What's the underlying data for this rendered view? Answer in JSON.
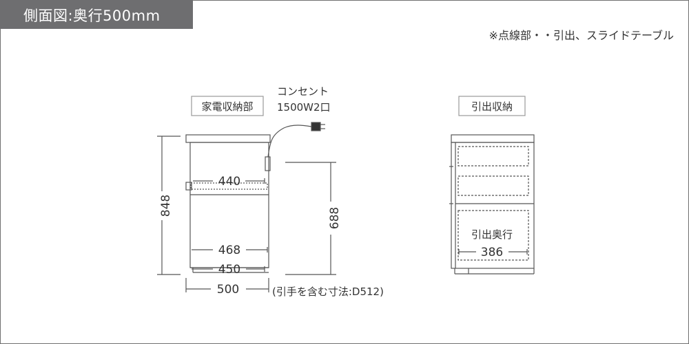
{
  "header": {
    "title": "側面図:奥行500mm",
    "note": "※点線部・・引出、スライドテーブル"
  },
  "left_view": {
    "section_label": "家電収納部",
    "outlet_label_line1": "コンセント",
    "outlet_label_line2": "1500W2口",
    "dim_total_height": "848",
    "dim_lower_height": "688",
    "dim_slide_table_depth": "440",
    "dim_shelf_depth": "468",
    "dim_inner_depth": "450",
    "dim_outer_depth": "500",
    "dim_note": "(引手を含む寸法:D512)"
  },
  "right_view": {
    "section_label": "引出収納",
    "drawer_depth_label": "引出奥行",
    "dim_drawer_depth": "386"
  },
  "colors": {
    "title_bg": "#6e6e70",
    "title_text": "#ffffff",
    "line": "#555555",
    "label_border": "#999999"
  }
}
